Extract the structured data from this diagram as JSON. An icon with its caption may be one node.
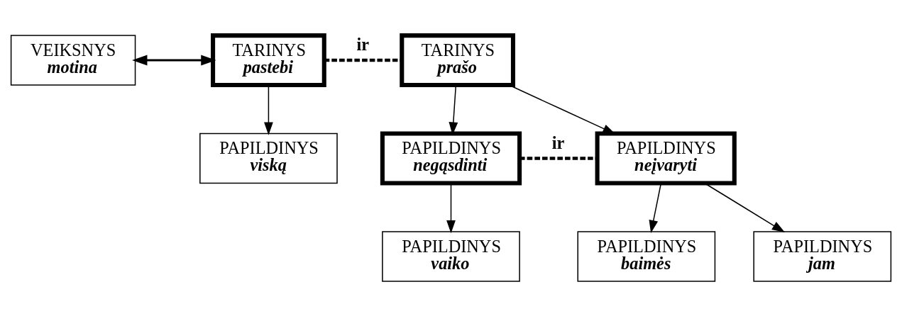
{
  "diagram": {
    "nodes": [
      {
        "text": [
          "VEIKSNYS",
          "motina"
        ]
      },
      {
        "text": [
          "TARINYS",
          "pastebi"
        ]
      },
      {
        "text": [
          "TARINYS",
          "prašo"
        ]
      },
      {
        "text": [
          "PAPILDINYS",
          "viską"
        ]
      },
      {
        "text": [
          "PAPILDINYS",
          "negąsdinti"
        ]
      },
      {
        "text": [
          "PAPILDINYS",
          "neįvaryti"
        ]
      },
      {
        "text": [
          "PAPILDINYS",
          "vaiko"
        ]
      },
      {
        "text": [
          "PAPILDINYS",
          "baimės"
        ]
      },
      {
        "text": [
          "PAPILDINYS",
          "jam"
        ]
      }
    ],
    "edges": [
      {
        "from": 0,
        "to": 1,
        "arrow": "both"
      },
      {
        "from": 1,
        "to": 2,
        "arrow": "none",
        "label": "ir",
        "style": "dashed"
      },
      {
        "from": 1,
        "to": 3,
        "arrow": "to"
      },
      {
        "from": 2,
        "to": 4,
        "arrow": "to"
      },
      {
        "from": 2,
        "to": 5,
        "arrow": "to"
      },
      {
        "from": 4,
        "to": 5,
        "arrow": "none",
        "label": "ir",
        "style": "dashed"
      },
      {
        "from": 4,
        "to": 6,
        "arrow": "to"
      },
      {
        "from": 5,
        "to": 7,
        "arrow": "to"
      },
      {
        "from": 5,
        "to": 8,
        "arrow": "to"
      }
    ]
  }
}
